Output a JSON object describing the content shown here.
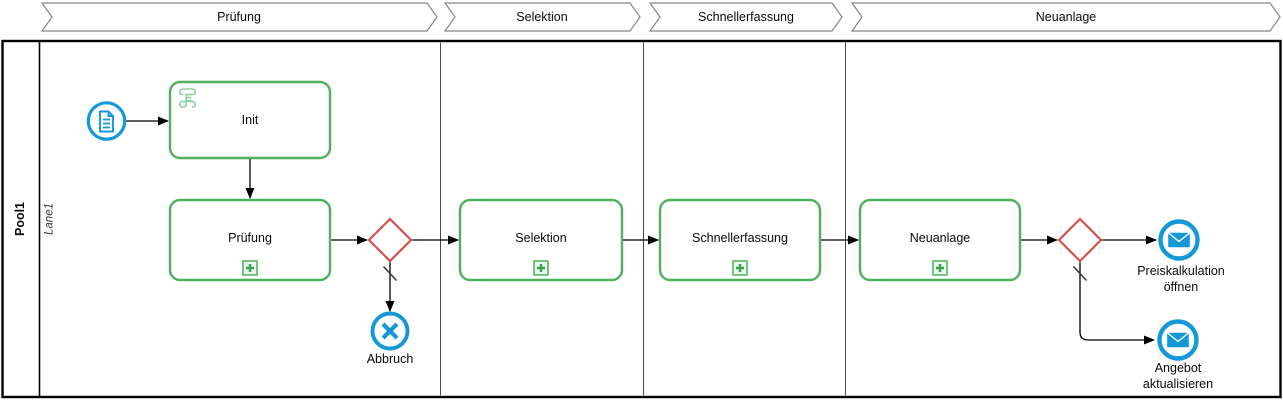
{
  "milestones": [
    {
      "label": "Prüfung"
    },
    {
      "label": "Selektion"
    },
    {
      "label": "Schnellerfassung"
    },
    {
      "label": "Neuanlage"
    }
  ],
  "pool": {
    "label": "Pool1",
    "lane_label": "Lane1"
  },
  "nodes": {
    "start_event": {
      "icon": "document-start-icon"
    },
    "init_task": {
      "label": "Init",
      "marker_icon": "script-icon"
    },
    "pruefung_task": {
      "label": "Prüfung",
      "marker_icon": "plus-subprocess-icon"
    },
    "abbruch_end_event": {
      "label": "Abbruch",
      "icon": "cancel-x-icon"
    },
    "selektion_task": {
      "label": "Selektion",
      "marker_icon": "plus-subprocess-icon"
    },
    "schnellerfassung_task": {
      "label": "Schnellerfassung",
      "marker_icon": "plus-subprocess-icon"
    },
    "neuanlage_task": {
      "label": "Neuanlage",
      "marker_icon": "plus-subprocess-icon"
    },
    "preiskalkulation_end_event": {
      "label": "Preiskalkulation öffnen",
      "icon": "envelope-icon"
    },
    "angebot_end_event": {
      "label": "Angebot aktualisieren",
      "icon": "envelope-icon"
    }
  },
  "colors": {
    "task_green": "#4cb05c",
    "script_green_light": "#8fcf9f",
    "event_blue": "#1499d8",
    "gateway_red": "#d3514d",
    "chevron_border": "#858585",
    "line": "#000000"
  }
}
